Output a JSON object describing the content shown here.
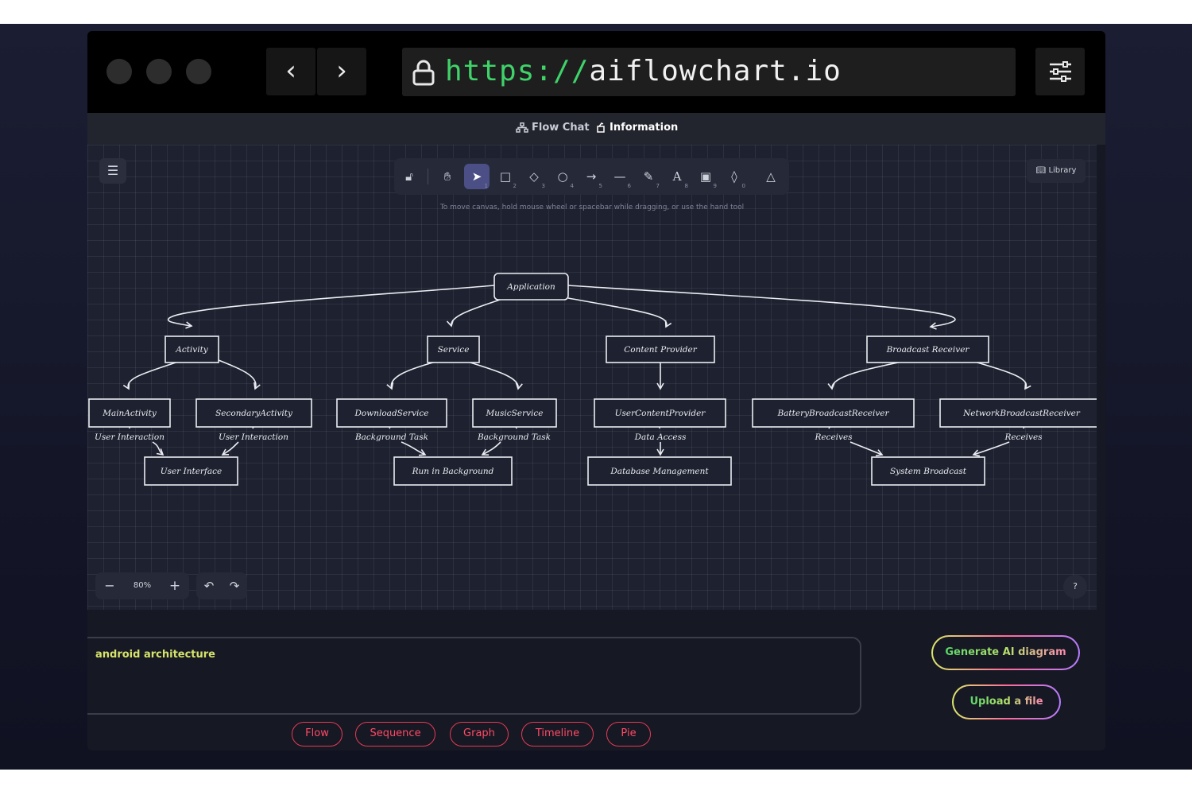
{
  "browser": {
    "url_scheme": "https://",
    "url_host": "aiflowchart.io",
    "back_icon": "chevron-left-icon",
    "forward_icon": "chevron-right-icon",
    "menu_icon": "sliders-icon"
  },
  "tabs": [
    {
      "label": "Flow Chat",
      "icon": "hierarchy-icon",
      "color": "#c9ccd6"
    },
    {
      "label": "Information",
      "icon": "info-icon",
      "color": "#ffffff"
    }
  ],
  "canvas": {
    "library_label": "Library",
    "hint": "To move canvas, hold mouse wheel or spacebar while dragging, or use the hand tool",
    "zoom_level": "80%",
    "tool_numbers": [
      "1",
      "2",
      "3",
      "4",
      "5",
      "6",
      "7",
      "8",
      "9",
      "0"
    ]
  },
  "diagram": {
    "nodes": {
      "application": "Application",
      "activity": "Activity",
      "service": "Service",
      "content_provider": "Content Provider",
      "broadcast_receiver": "Broadcast Receiver",
      "main_activity": "MainActivity",
      "secondary_activity": "SecondaryActivity",
      "download_service": "DownloadService",
      "music_service": "MusicService",
      "user_content_provider": "UserContentProvider",
      "battery_receiver": "BatteryBroadcastReceiver",
      "network_receiver": "NetworkBroadcastReceiver",
      "user_interface": "User Interface",
      "run_in_background": "Run in Background",
      "database_management": "Database Management",
      "system_broadcast": "System Broadcast"
    },
    "edge_labels": {
      "main_ui": "User Interaction",
      "secondary_ui": "User Interaction",
      "download_bg": "Background Task",
      "music_bg": "Background Task",
      "data_access": "Data Access",
      "battery_receives": "Receives",
      "network_receives": "Receives"
    }
  },
  "prompt": {
    "text": "android architecture"
  },
  "diagram_types": [
    "Flow",
    "Sequence",
    "Graph",
    "Timeline",
    "Pie"
  ],
  "actions": {
    "generate": "Generate AI diagram",
    "upload": "Upload a file"
  },
  "colors": {
    "accent_green": "#3fd36a",
    "pill_red": "#e63b55"
  }
}
